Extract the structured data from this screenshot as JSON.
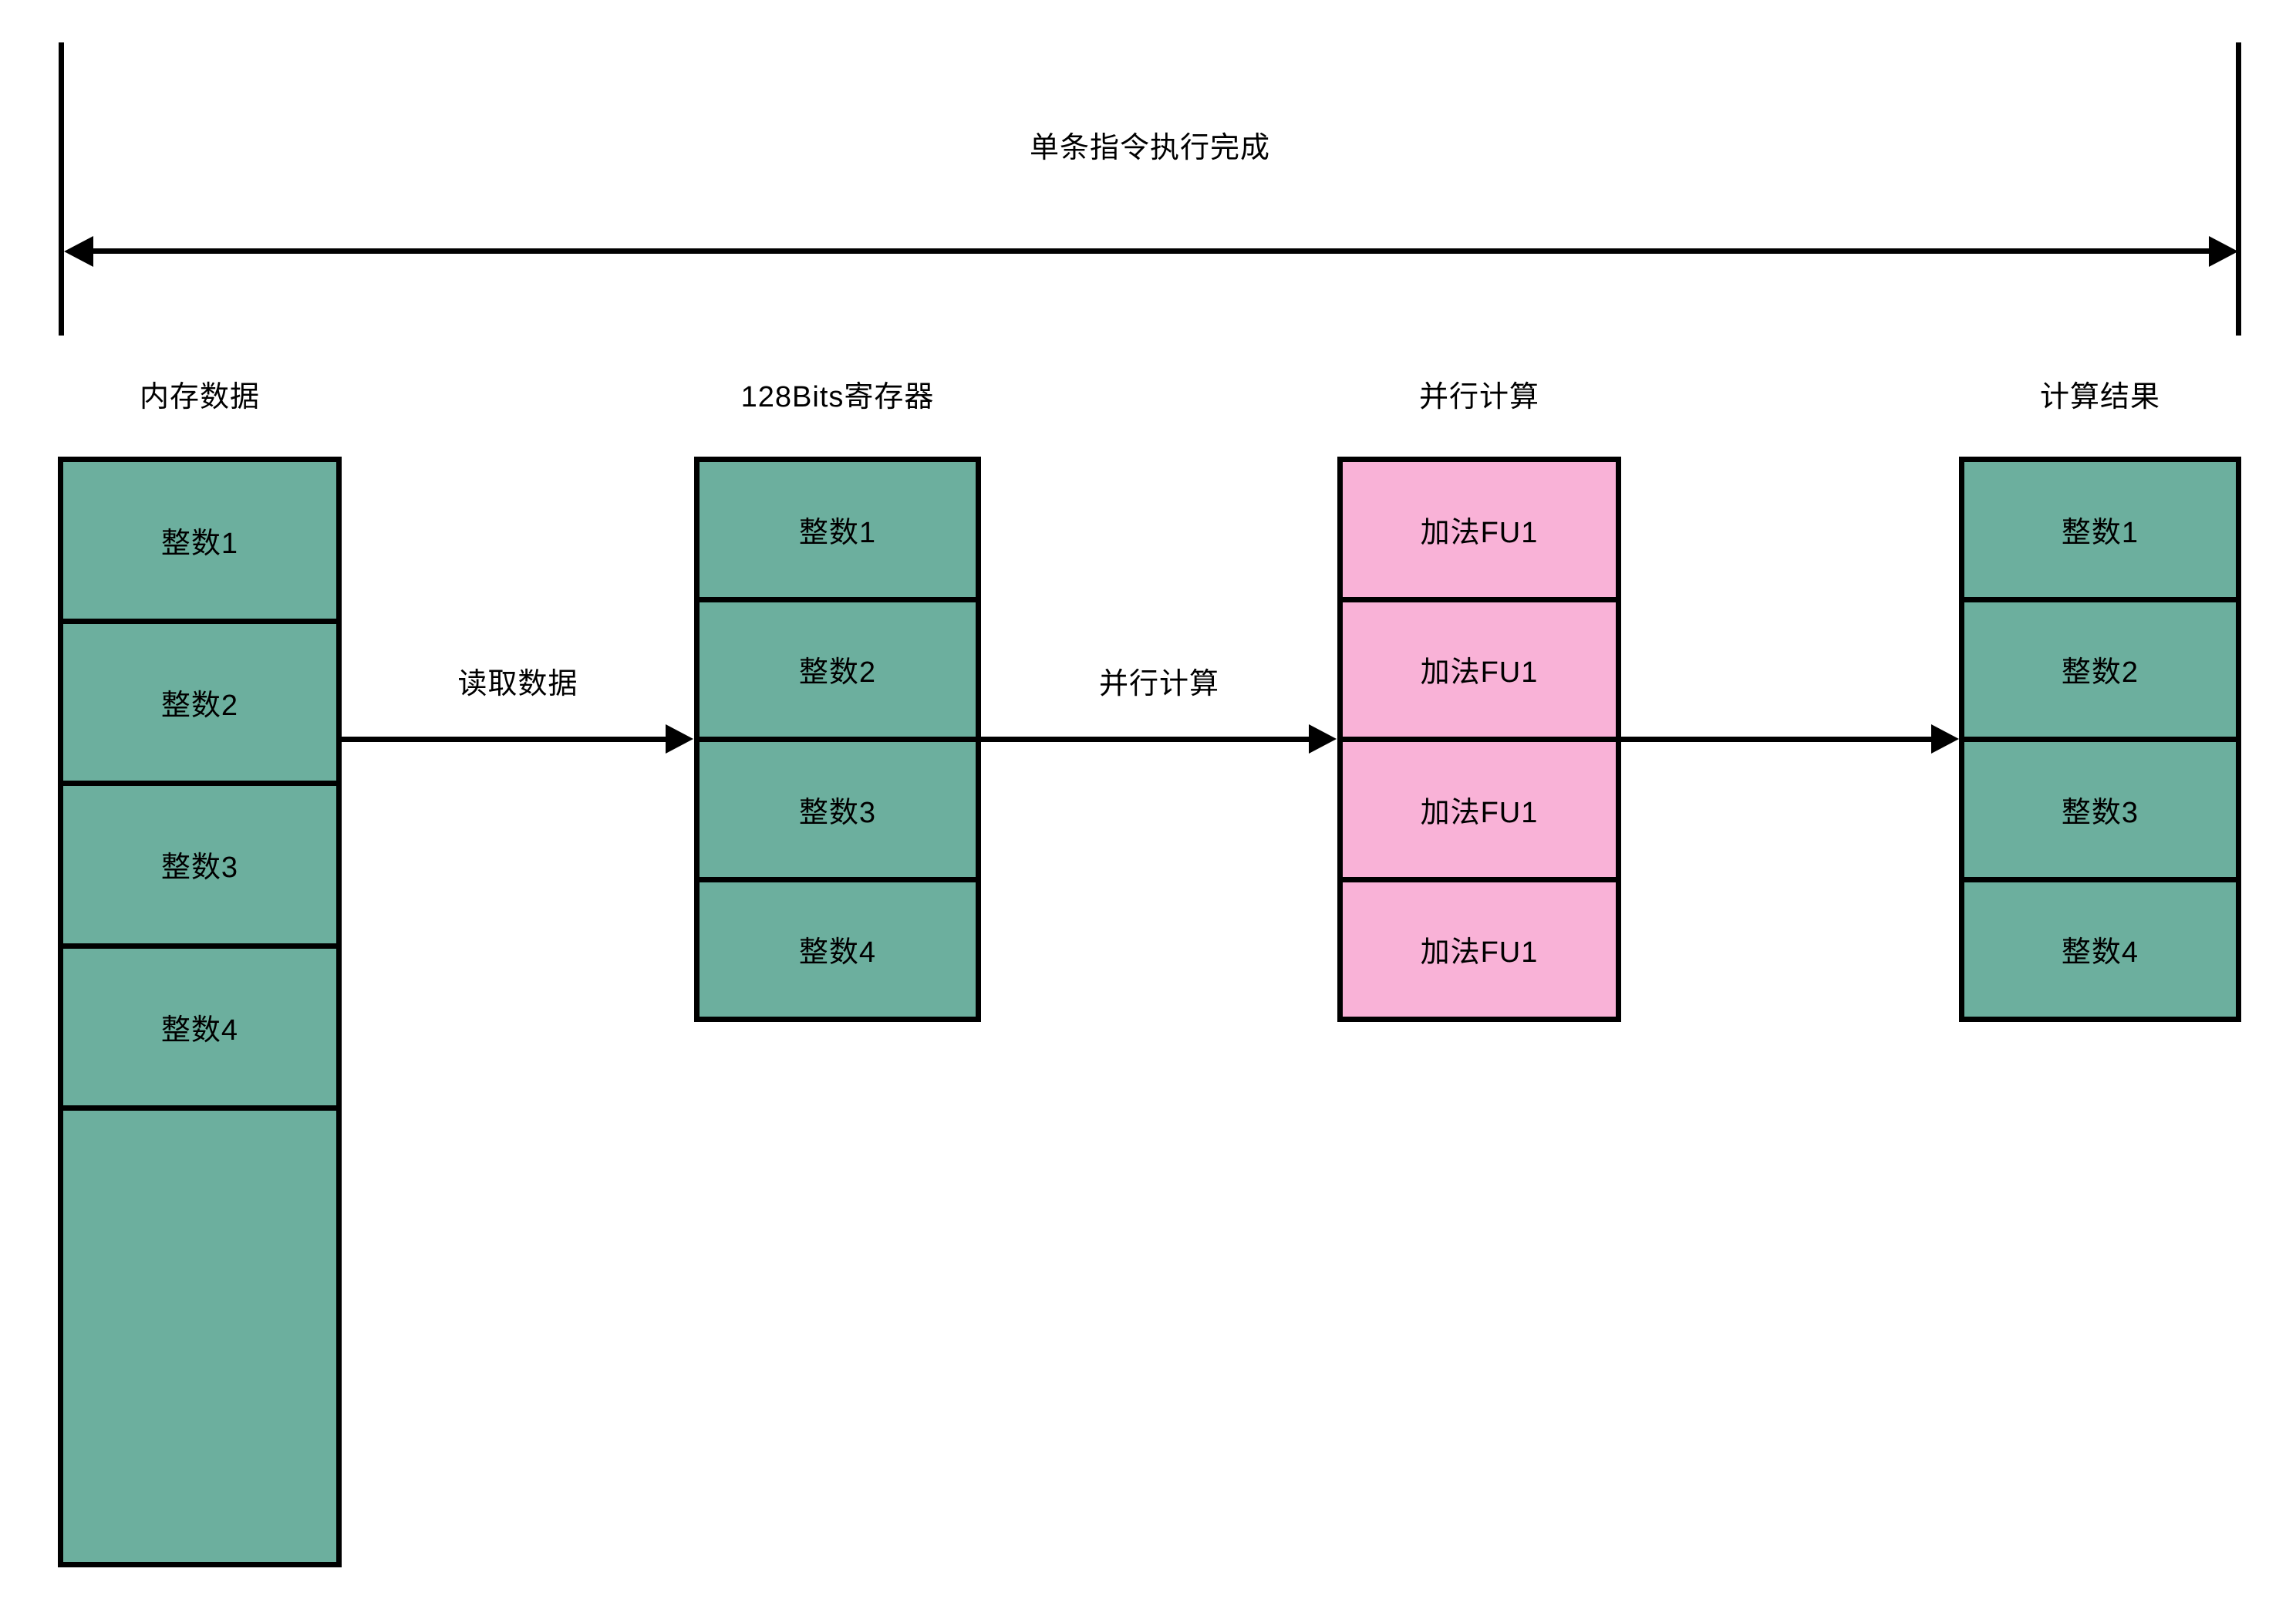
{
  "diagram": {
    "title": "单条指令执行完成",
    "colors": {
      "green": "#6CAF9E",
      "pink": "#F9B2D7",
      "stroke": "#000000",
      "background": "#FFFFFF"
    },
    "columns": [
      {
        "header": "内存数据",
        "cells": [
          {
            "label": "整数1",
            "fill": "green"
          },
          {
            "label": "整数2",
            "fill": "green"
          },
          {
            "label": "整数3",
            "fill": "green"
          },
          {
            "label": "整数4",
            "fill": "green"
          },
          {
            "label": "",
            "fill": "green"
          }
        ]
      },
      {
        "header": "128Bits寄存器",
        "cells": [
          {
            "label": "整数1",
            "fill": "green"
          },
          {
            "label": "整数2",
            "fill": "green"
          },
          {
            "label": "整数3",
            "fill": "green"
          },
          {
            "label": "整数4",
            "fill": "green"
          }
        ]
      },
      {
        "header": "并行计算",
        "cells": [
          {
            "label": "加法FU1",
            "fill": "pink"
          },
          {
            "label": "加法FU1",
            "fill": "pink"
          },
          {
            "label": "加法FU1",
            "fill": "pink"
          },
          {
            "label": "加法FU1",
            "fill": "pink"
          }
        ]
      },
      {
        "header": "计算结果",
        "cells": [
          {
            "label": "整数1",
            "fill": "green"
          },
          {
            "label": "整数2",
            "fill": "green"
          },
          {
            "label": "整数3",
            "fill": "green"
          },
          {
            "label": "整数4",
            "fill": "green"
          }
        ]
      }
    ],
    "arrows": [
      {
        "label": "读取数据"
      },
      {
        "label": "并行计算"
      },
      {
        "label": ""
      }
    ]
  }
}
